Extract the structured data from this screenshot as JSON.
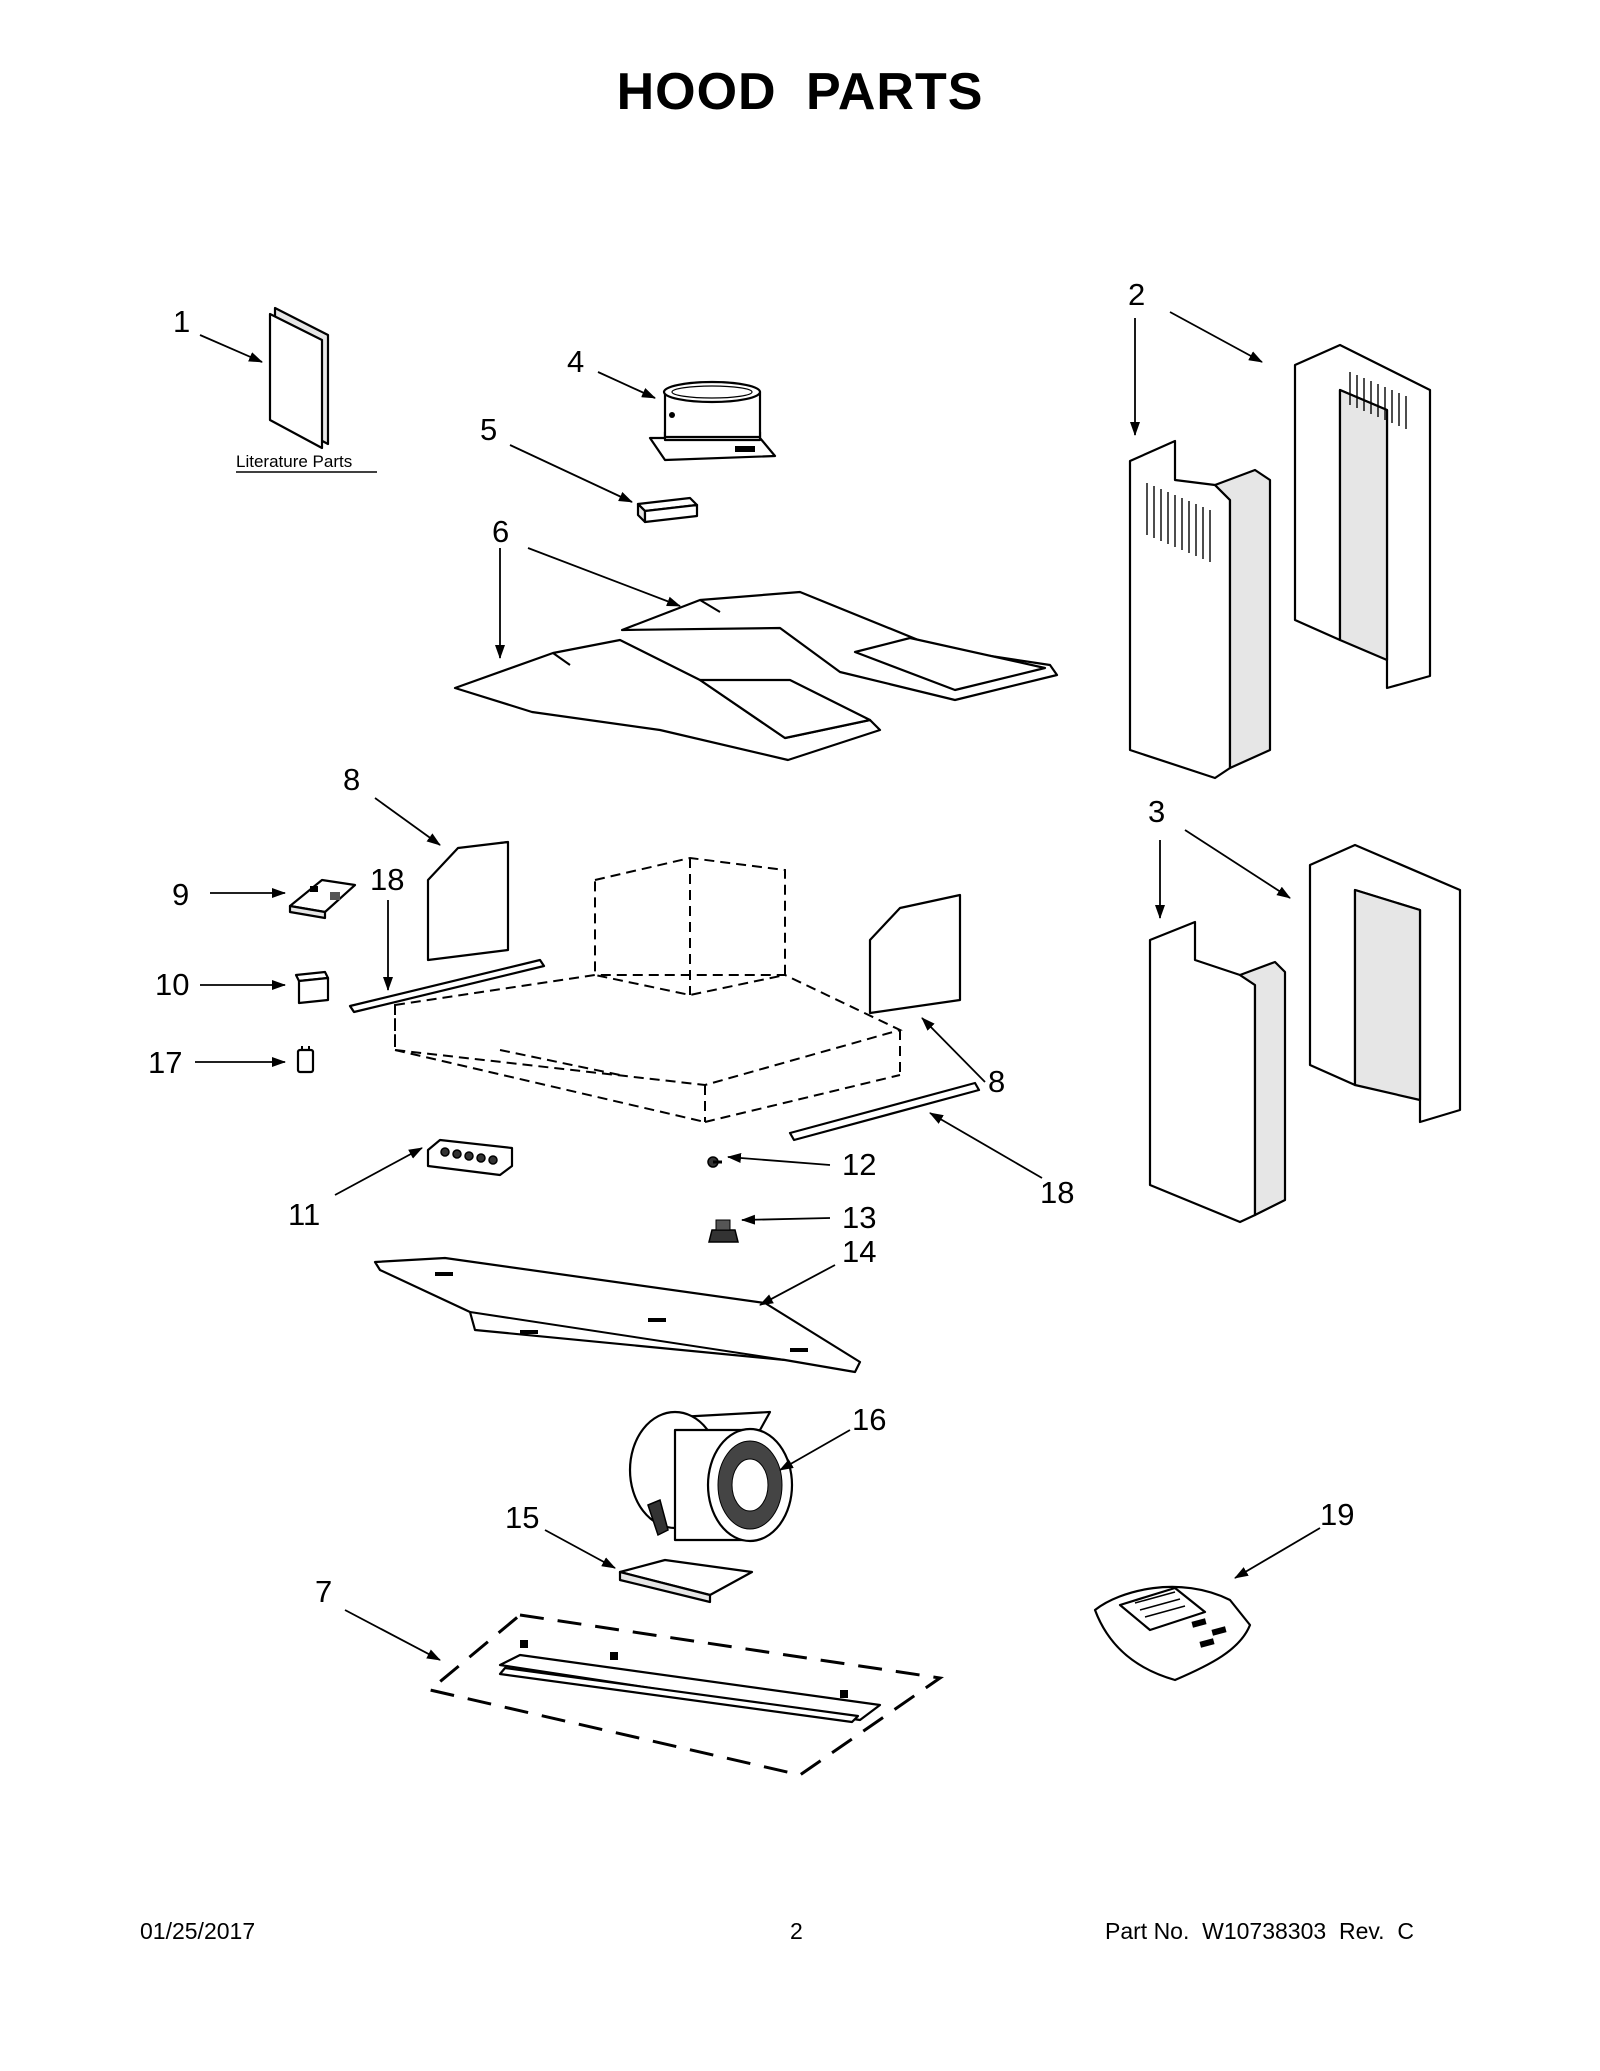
{
  "title": "HOOD PARTS",
  "literature_label": "Literature Parts",
  "callouts": [
    "1",
    "2",
    "3",
    "4",
    "5",
    "6",
    "7",
    "8",
    "9",
    "10",
    "11",
    "12",
    "13",
    "14",
    "15",
    "16",
    "17",
    "18",
    "19"
  ],
  "footer": {
    "date": "01/25/2017",
    "page": "2",
    "part_number": "Part No.  W10738303  Rev.  C"
  }
}
